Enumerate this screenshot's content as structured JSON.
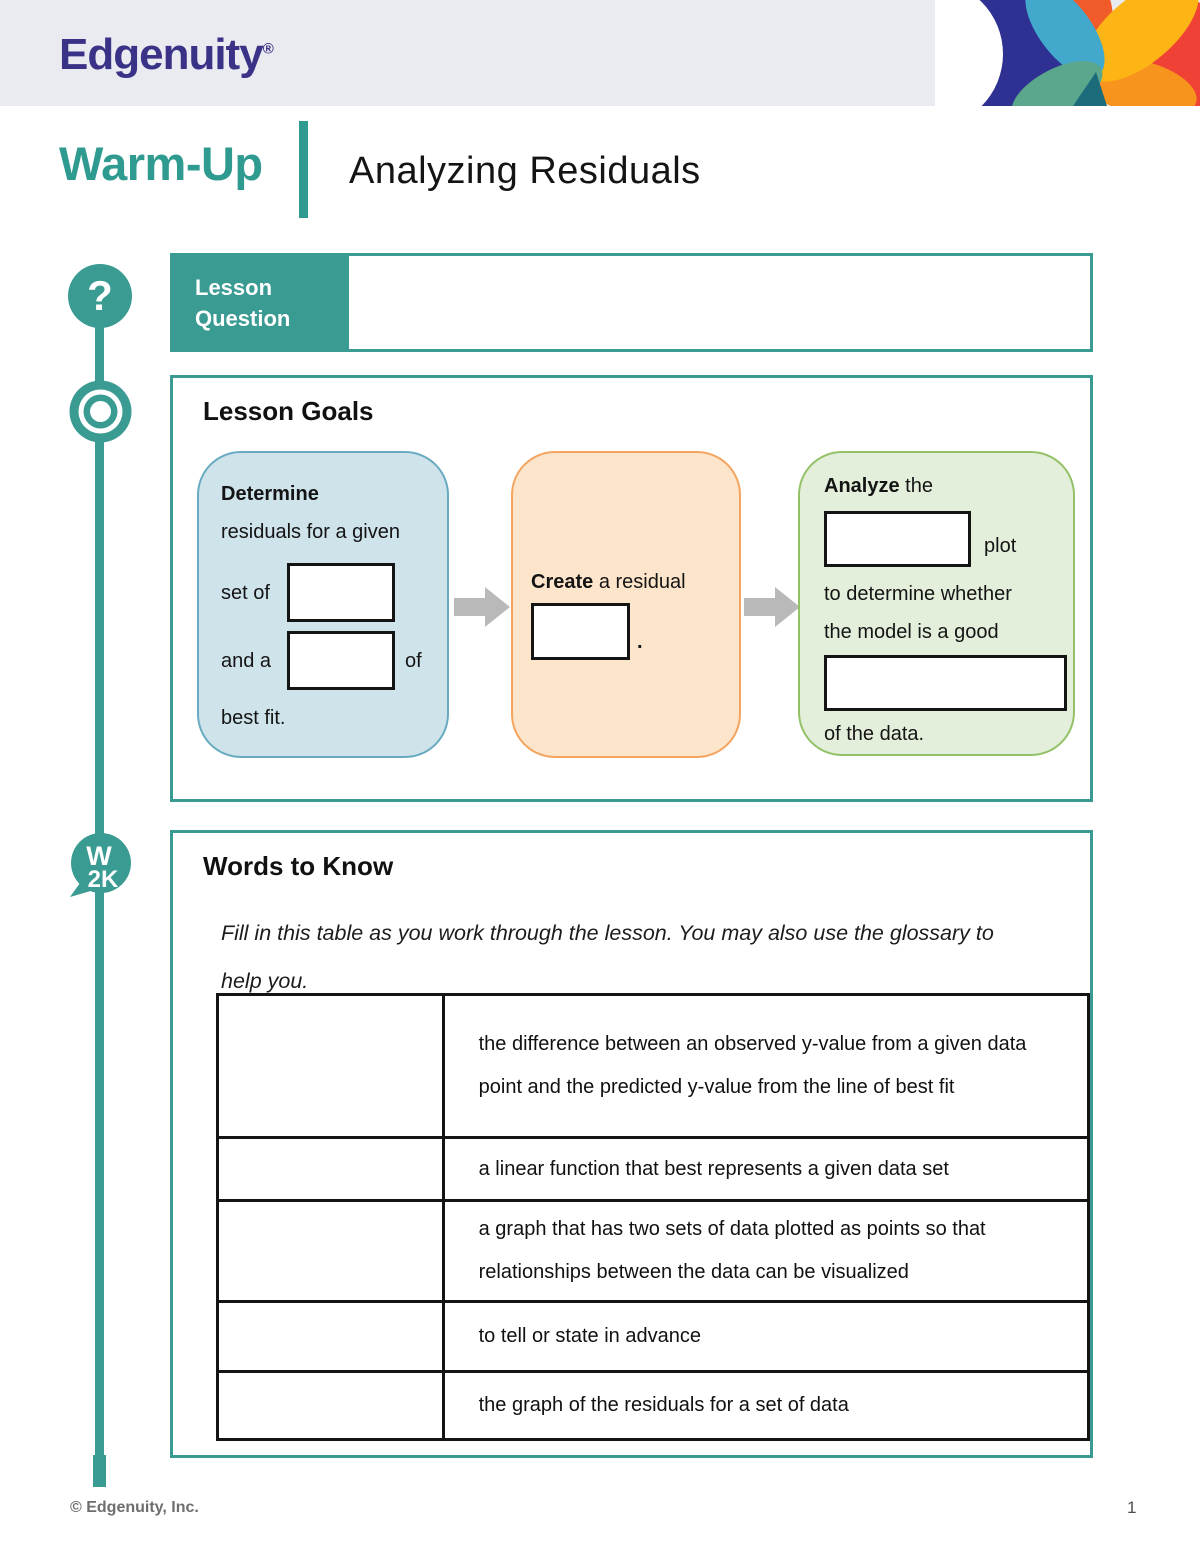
{
  "brand": {
    "logo_text": "Edgenuity",
    "registered_mark": "®"
  },
  "header": {
    "lesson_type": "Warm-Up",
    "lesson_title": "Analyzing Residuals"
  },
  "sidebar": {
    "question_glyph": "?",
    "w2k_line1": "W",
    "w2k_line2": "2K"
  },
  "lesson_question": {
    "label_line1": "Lesson",
    "label_line2": "Question",
    "answer_value": ""
  },
  "lesson_goals": {
    "heading": "Lesson Goals",
    "determine_box": {
      "bold_word": "Determine",
      "line1": "residuals for a given",
      "row1_prefix": "set of",
      "row1_blank": "",
      "row2_prefix": "and a",
      "row2_blank": "",
      "row2_suffix": "of",
      "line4": "best fit."
    },
    "create_box": {
      "bold_word": "Create",
      "text_after": "a residual",
      "blank": "",
      "period": "."
    },
    "analyze_box": {
      "bold_word": "Analyze",
      "text_after": "the",
      "blank1": "",
      "after_blank1": "plot",
      "line2": "to determine whether",
      "line3": "the model is a good",
      "blank2": "",
      "line4": "of the data."
    }
  },
  "words_to_know": {
    "heading": "Words to Know",
    "instruction_line1": "Fill in this table as you work through the lesson. You may also use the glossary to",
    "instruction_line2": "help you.",
    "table": {
      "rows": [
        {
          "term": "",
          "definition": "the difference between an observed y-value from a given data point and the predicted y-value from the line of best fit"
        },
        {
          "term": "",
          "definition": "a linear function that best represents a given data set"
        },
        {
          "term": "",
          "definition": "a graph that has two sets of data plotted as points so that relationships between the data can be visualized"
        },
        {
          "term": "",
          "definition": "to tell or state in advance"
        },
        {
          "term": "",
          "definition": "the graph of the residuals for a set of data"
        }
      ]
    }
  },
  "footer": {
    "copyright": "© Edgenuity, Inc.",
    "page_number": "1"
  },
  "colors": {
    "teal_accent": "#3a9b92",
    "brand_navy": "#3a3287",
    "header_band": "#e9ebf1",
    "goal_blue_bg": "#cfe3eb",
    "goal_blue_border": "#68abc1",
    "goal_orange_bg": "#fce5cb",
    "goal_orange_border": "#f3a45f",
    "goal_green_bg": "#e4efdb",
    "goal_green_border": "#92c167",
    "arrow_gray": "#b9b9b9"
  }
}
